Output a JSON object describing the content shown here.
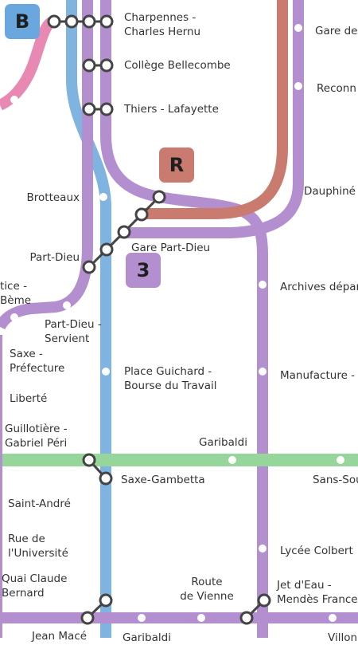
{
  "colors": {
    "line_b": "#e889b4",
    "line_b_badge": "#6aa7de",
    "metro_b": "#7fb3e0",
    "metro_purple": "#b38fd0",
    "tram_r": "#c97b70",
    "tram_green": "#97d69b",
    "background": "#ffffff",
    "label": "#333333"
  },
  "badges": {
    "line_b": "B",
    "line_r": "R",
    "line_3": "3"
  },
  "stations": {
    "charpennes": "Charpennes -\nCharles Hernu",
    "bellecombe": "Collège Bellecombe",
    "thiers": "Thiers - Lafayette",
    "gare_de": "Gare de",
    "reconn": "Reconn",
    "brotteaux": "Brotteaux",
    "dauphine": "Dauphiné",
    "gare_part_dieu": "Gare Part-Dieu",
    "part_dieu": "Part-Dieu",
    "tice": "tice -\nBème",
    "archives": "Archives dépar",
    "part_dieu_servient": "Part-Dieu -\nServient",
    "saxe_prefecture": "Saxe -\nPréfecture",
    "place_guichard": "Place Guichard -\nBourse du Travail",
    "manufacture": "Manufacture -",
    "liberte": "Liberté",
    "guillotiere": "Guillotière -\nGabriel Péri",
    "garibaldi": "Garibaldi",
    "saxe_gambetta": "Saxe-Gambetta",
    "sans_sou": "Sans-Sou",
    "saint_andre": "Saint-André",
    "rue_universite": "Rue de\nl'Université",
    "lycee_colbert": "Lycée Colbert",
    "quai_claude": "Quai Claude\nBernard",
    "route_vienne": "Route\nde Vienne",
    "jet_deau": "Jet d'Eau -\nMendès France",
    "jean_mace": "Jean Macé",
    "garibaldi_bottom": "Garibaldi",
    "villon": "Villon"
  }
}
